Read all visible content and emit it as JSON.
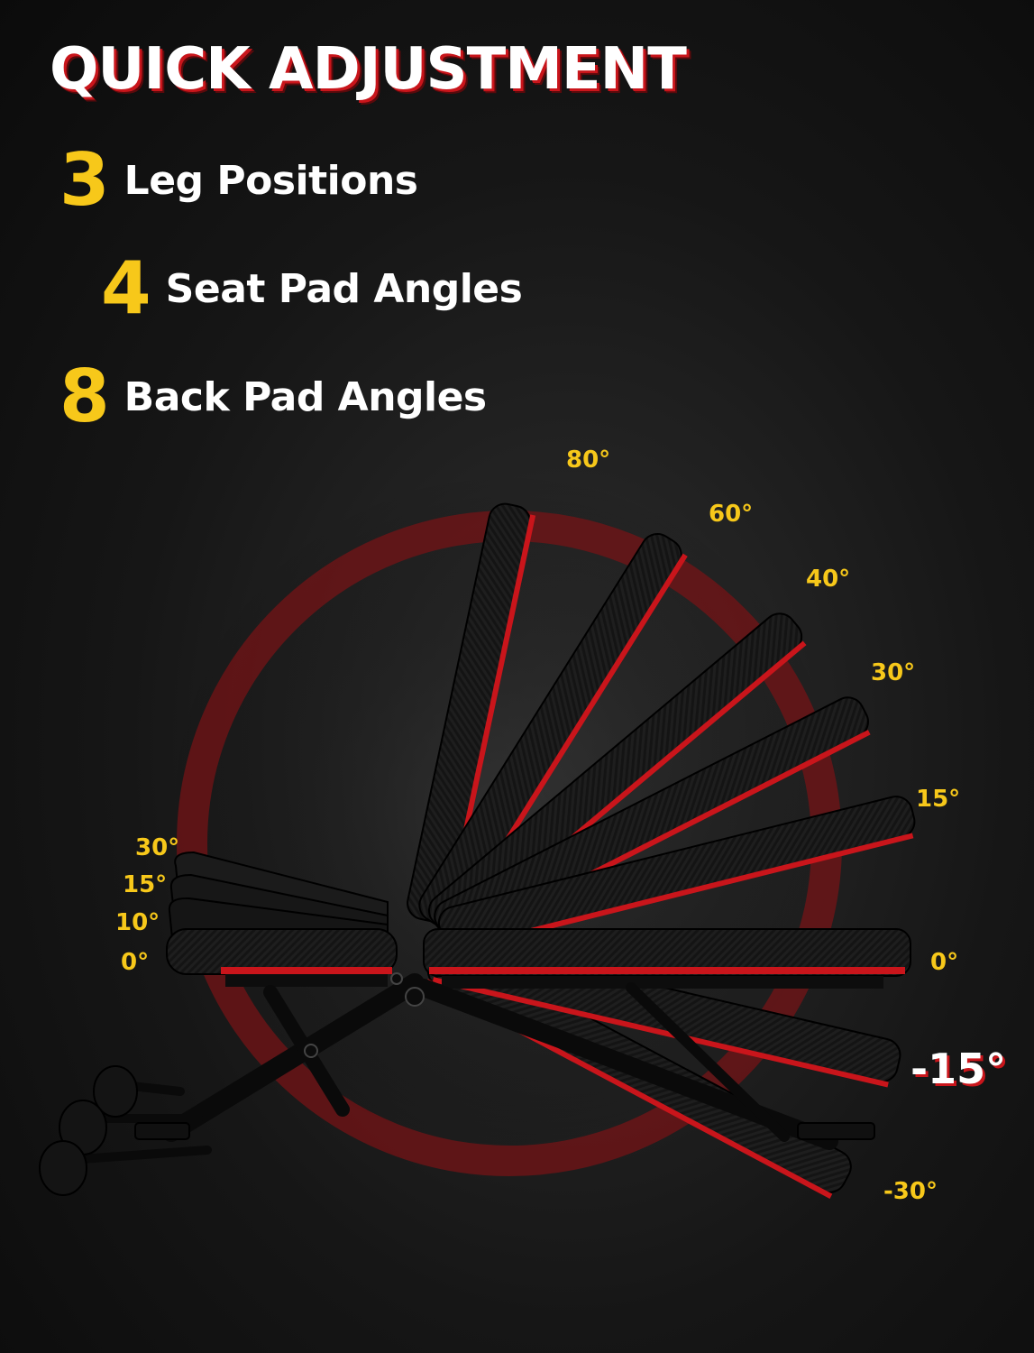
{
  "headline": "QUICK ADJUSTMENT",
  "specs": {
    "leg": {
      "number": "3",
      "label": "Leg Positions"
    },
    "seat": {
      "number": "4",
      "label": "Seat Pad Angles"
    },
    "back": {
      "number": "8",
      "label": "Back Pad Angles"
    }
  },
  "seat_angles": [
    "30°",
    "15°",
    "10°",
    "0°"
  ],
  "back_angles": {
    "a80": "80°",
    "a60": "60°",
    "a40": "40°",
    "a30": "30°",
    "a15": "15°",
    "a0": "0°",
    "neg15": "-15°",
    "neg30": "-30°"
  },
  "colors": {
    "accent_red": "#c9151b",
    "accent_yellow": "#f7c81a",
    "pad_black": "#111111",
    "text_white": "#ffffff"
  }
}
